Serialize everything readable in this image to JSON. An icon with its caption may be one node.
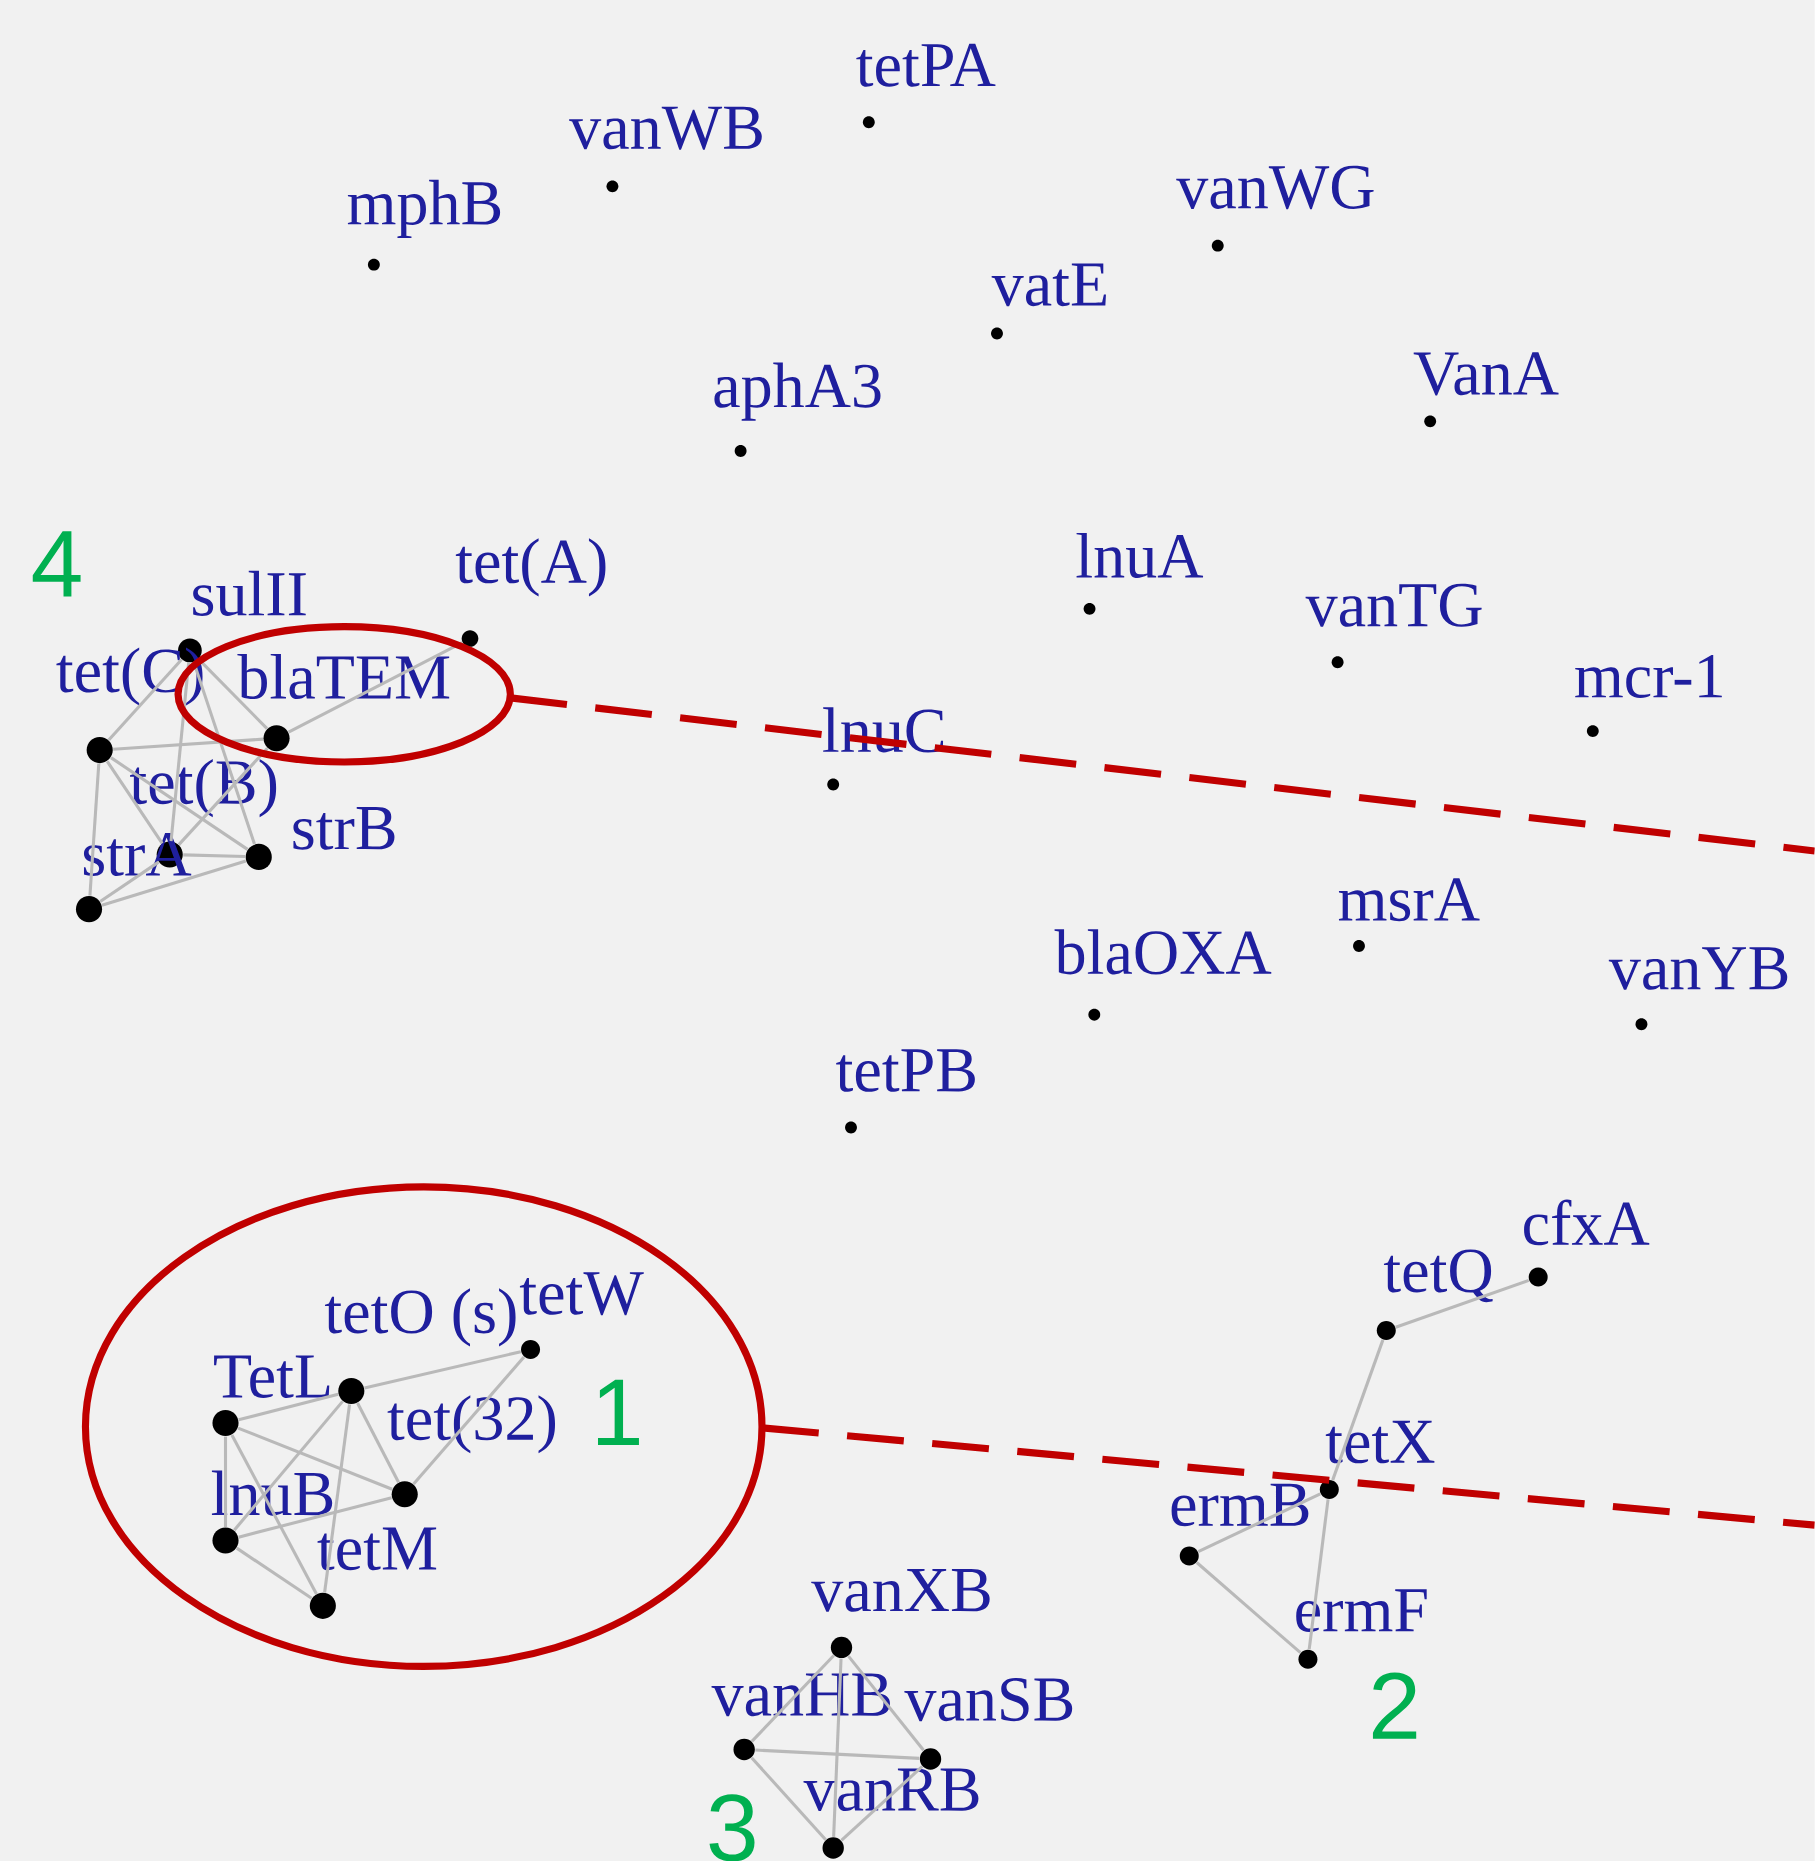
{
  "diagram": {
    "nodes": [
      {
        "text": [
          "tetPA"
        ]
      },
      {
        "text": [
          "vanWB"
        ]
      },
      {
        "text": [
          "mphB"
        ]
      },
      {
        "text": [
          "vanWG"
        ]
      },
      {
        "text": [
          "vatE"
        ]
      },
      {
        "text": [
          "aphA3"
        ]
      },
      {
        "text": [
          "VanA"
        ]
      },
      {
        "text": [
          "lnuA"
        ]
      },
      {
        "text": [
          "vanTG"
        ]
      },
      {
        "text": [
          "tet(A)"
        ]
      },
      {
        "text": [
          "mcr-1"
        ]
      },
      {
        "text": [
          "lnuC"
        ]
      },
      {
        "text": [
          "msrA"
        ]
      },
      {
        "text": [
          "blaOXA"
        ]
      },
      {
        "text": [
          "vanYB"
        ]
      },
      {
        "text": [
          "tetPB"
        ]
      },
      {
        "text": [
          "cfxA"
        ]
      },
      {
        "text": [
          "tetQ"
        ]
      },
      {
        "text": [
          "tetX"
        ]
      },
      {
        "text": [
          "ermB"
        ]
      },
      {
        "text": [
          "ermF"
        ]
      },
      {
        "text": [
          "sulII"
        ]
      },
      {
        "text": [
          "tet(C)"
        ]
      },
      {
        "text": [
          "blaTEM"
        ]
      },
      {
        "text": [
          "tet(B)"
        ]
      },
      {
        "text": [
          "strB"
        ]
      },
      {
        "text": [
          "strA"
        ]
      },
      {
        "text": [
          "tetO (s)"
        ]
      },
      {
        "text": [
          "tetW"
        ]
      },
      {
        "text": [
          "TetL"
        ]
      },
      {
        "text": [
          "tet(32)"
        ]
      },
      {
        "text": [
          "lnuB"
        ]
      },
      {
        "text": [
          "tetM"
        ]
      },
      {
        "text": [
          "vanXB"
        ]
      },
      {
        "text": [
          "vanHB"
        ]
      },
      {
        "text": [
          "vanSB"
        ]
      },
      {
        "text": [
          "vanRB"
        ]
      }
    ],
    "edges": [
      {
        "from": 9,
        "to": 23,
        "arrow": "none"
      },
      {
        "from": 21,
        "to": 22,
        "arrow": "none"
      },
      {
        "from": 21,
        "to": 23,
        "arrow": "none"
      },
      {
        "from": 21,
        "to": 24,
        "arrow": "none"
      },
      {
        "from": 21,
        "to": 25,
        "arrow": "none"
      },
      {
        "from": 22,
        "to": 23,
        "arrow": "none"
      },
      {
        "from": 22,
        "to": 24,
        "arrow": "none"
      },
      {
        "from": 22,
        "to": 25,
        "arrow": "none"
      },
      {
        "from": 22,
        "to": 26,
        "arrow": "none"
      },
      {
        "from": 24,
        "to": 25,
        "arrow": "none"
      },
      {
        "from": 24,
        "to": 26,
        "arrow": "none"
      },
      {
        "from": 25,
        "to": 26,
        "arrow": "none"
      },
      {
        "from": 23,
        "to": 24,
        "arrow": "none"
      },
      {
        "from": 27,
        "to": 28,
        "arrow": "none"
      },
      {
        "from": 28,
        "to": 30,
        "arrow": "none"
      },
      {
        "from": 29,
        "to": 27,
        "arrow": "none"
      },
      {
        "from": 29,
        "to": 30,
        "arrow": "none"
      },
      {
        "from": 29,
        "to": 31,
        "arrow": "none"
      },
      {
        "from": 29,
        "to": 32,
        "arrow": "none"
      },
      {
        "from": 27,
        "to": 31,
        "arrow": "none"
      },
      {
        "from": 27,
        "to": 30,
        "arrow": "none"
      },
      {
        "from": 27,
        "to": 32,
        "arrow": "none"
      },
      {
        "from": 31,
        "to": 30,
        "arrow": "none"
      },
      {
        "from": 31,
        "to": 32,
        "arrow": "none"
      },
      {
        "from": 17,
        "to": 16,
        "arrow": "none"
      },
      {
        "from": 17,
        "to": 18,
        "arrow": "none"
      },
      {
        "from": 18,
        "to": 19,
        "arrow": "none"
      },
      {
        "from": 18,
        "to": 20,
        "arrow": "none"
      },
      {
        "from": 19,
        "to": 20,
        "arrow": "none"
      },
      {
        "from": 33,
        "to": 36,
        "arrow": "none"
      },
      {
        "from": 34,
        "to": 33,
        "arrow": "none"
      },
      {
        "from": 35,
        "to": 33,
        "arrow": "none"
      },
      {
        "from": 34,
        "to": 35,
        "arrow": "none"
      },
      {
        "from": 34,
        "to": 36,
        "arrow": "none"
      },
      {
        "from": 35,
        "to": 36,
        "arrow": "none"
      }
    ],
    "labels": [
      "4",
      "1",
      "2",
      "3"
    ]
  }
}
